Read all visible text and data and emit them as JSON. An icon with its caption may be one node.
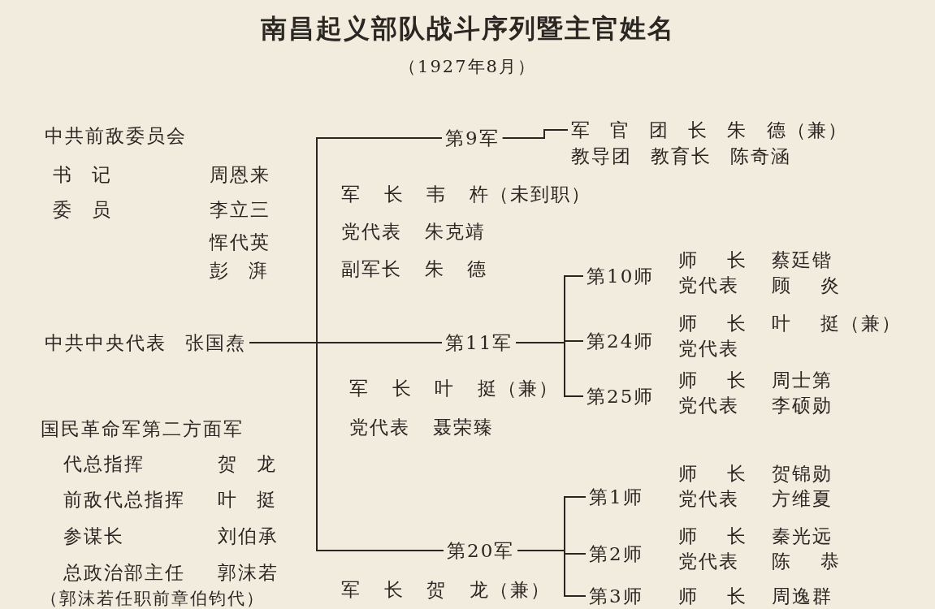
{
  "diagram": {
    "title": "南昌起义部队战斗序列暨主官姓名",
    "caption": "（1927年8月）",
    "nodes": [
      {
        "text": [
          "中共中央代表 张国焘"
        ]
      },
      {
        "text": [
          "第9军"
        ],
        "beside": [
          "军 长 韦 杵（未到职）",
          "党代表 朱克靖",
          "副军长 朱 德"
        ]
      },
      {
        "text": [
          "军 官 团 长 朱 德（兼）",
          "教导团 教育长 陈奇涵"
        ]
      },
      {
        "text": [
          "第11军"
        ],
        "beside": [
          "军 长 叶 挺（兼）",
          "党代表 聂荣臻"
        ]
      },
      {
        "text": [
          "第10师"
        ],
        "beside": [
          "师 长",
          "蔡廷锴",
          "党代表",
          "顾 炎"
        ]
      },
      {
        "text": [
          "第24师"
        ],
        "beside": [
          "师 长",
          "叶 挺（兼）",
          "党代表"
        ]
      },
      {
        "text": [
          "第25师"
        ],
        "beside": [
          "师 长",
          "周士第",
          "党代表",
          "李硕勋"
        ]
      },
      {
        "text": [
          "第20军"
        ],
        "beside": [
          "军 长 贺 龙（兼）"
        ]
      },
      {
        "text": [
          "第1师"
        ],
        "beside": [
          "师 长",
          "贺锦勋",
          "党代表",
          "方维夏"
        ]
      },
      {
        "text": [
          "第2师"
        ],
        "beside": [
          "师 长",
          "秦光远",
          "党代表",
          "陈 恭"
        ]
      },
      {
        "text": [
          "第3师"
        ],
        "beside": [
          "师 长",
          "周逸群"
        ]
      }
    ],
    "edges": [
      {
        "from": 0,
        "to": 1,
        "arrow": "none"
      },
      {
        "from": 0,
        "to": 3,
        "arrow": "none"
      },
      {
        "from": 0,
        "to": 7,
        "arrow": "none"
      },
      {
        "from": 1,
        "to": 2,
        "arrow": "none"
      },
      {
        "from": 3,
        "to": 4,
        "arrow": "none"
      },
      {
        "from": 3,
        "to": 5,
        "arrow": "none"
      },
      {
        "from": 3,
        "to": 6,
        "arrow": "none"
      },
      {
        "from": 7,
        "to": 8,
        "arrow": "none"
      },
      {
        "from": 7,
        "to": 9,
        "arrow": "none"
      },
      {
        "from": 7,
        "to": 10,
        "arrow": "none"
      }
    ],
    "labels": [
      "中共前敌委员会",
      "书 记",
      "周恩来",
      "委 员",
      "李立三",
      "恽代英",
      "彭 湃",
      "国民革命军第二方面军",
      "代总指挥",
      "贺 龙",
      "前敌代总指挥",
      "叶 挺",
      "参谋长",
      "刘伯承",
      "总政治部主任",
      "郭沫若",
      "（郭沫若任职前章伯钧代）"
    ]
  }
}
